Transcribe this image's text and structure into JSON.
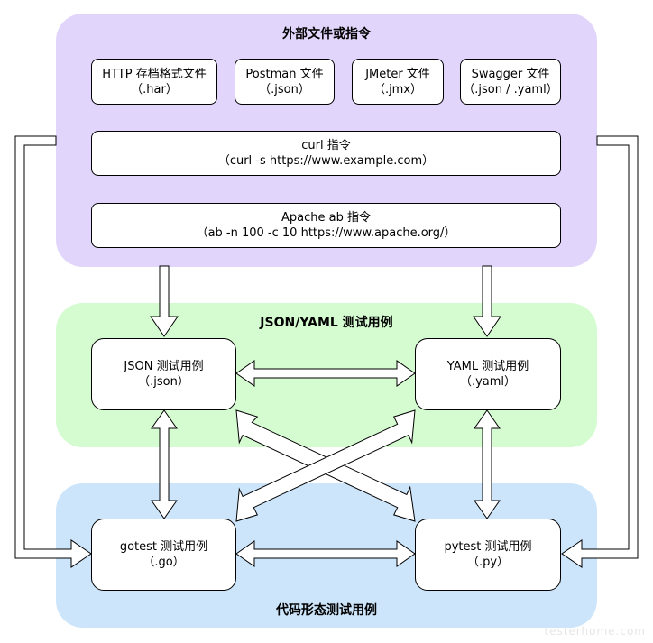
{
  "groups": {
    "external": {
      "title": "外部文件或指令"
    },
    "json_yaml": {
      "title": "JSON/YAML 测试用例"
    },
    "code": {
      "title": "代码形态测试用例"
    }
  },
  "sources": {
    "har": {
      "line1": "HTTP 存档格式文件",
      "line2": "（.har）"
    },
    "postman": {
      "line1": "Postman 文件",
      "line2": "（.json）"
    },
    "jmeter": {
      "line1": "JMeter 文件",
      "line2": "（.jmx）"
    },
    "swagger": {
      "line1": "Swagger 文件",
      "line2": "（.json / .yaml）"
    },
    "curl": {
      "line1": "curl 指令",
      "line2": "（curl -s https://www.example.com）"
    },
    "ab": {
      "line1": "Apache ab 指令",
      "line2": "（ab -n 100 -c 10 https://www.apache.org/）"
    }
  },
  "testcases": {
    "json": {
      "line1": "JSON 测试用例",
      "line2": "（.json）"
    },
    "yaml": {
      "line1": "YAML 测试用例",
      "line2": "（.yaml）"
    },
    "gotest": {
      "line1": "gotest 测试用例",
      "line2": "（.go）"
    },
    "pytest": {
      "line1": "pytest 测试用例",
      "line2": "（.py）"
    }
  },
  "watermark": "testerhome.com"
}
